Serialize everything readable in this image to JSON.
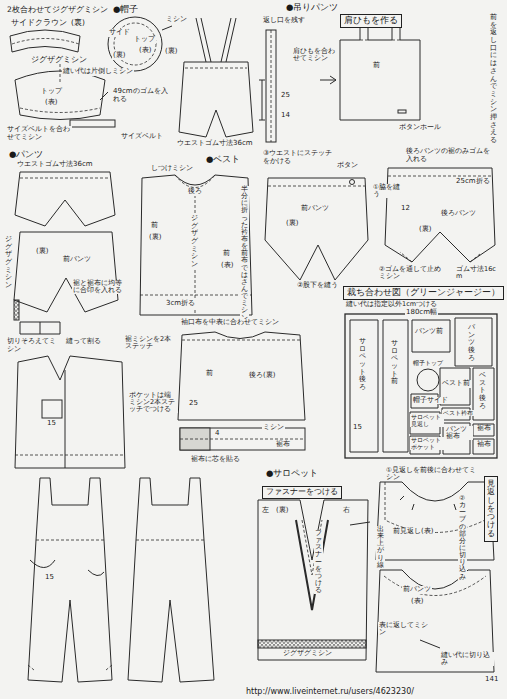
{
  "diagram": {
    "nodes": [
      {
        "text": [
          "肩ひもを作る"
        ]
      },
      {
        "text": [
          "裁ち合わせ図（グリーンジャージー）"
        ]
      },
      {
        "text": [
          "ファスナーをつける"
        ]
      },
      {
        "text": [
          "見返しをつける"
        ]
      }
    ],
    "labels": [
      "2枚合わせてジグザグミシン",
      "サイドクラウン",
      "(裏)",
      "ジグザグミシン",
      "●帽子",
      "ミシン",
      "サイド",
      "(裏)",
      "トップ",
      "(表)",
      "(裏)",
      "縫い代は片倒しミシン",
      "トップ",
      "(表)",
      "49cmのゴムを入れる",
      "サイズベルトを合わせてミシン",
      "サイズベルト",
      "ウエストゴム寸法36cm",
      "●吊りパンツ",
      "返し口を残す",
      "25",
      "14",
      "肩ひもを合わせてミシン",
      "前",
      "前を返し口にはさんでミシン押さえる",
      "ボタンホール",
      "●パンツ",
      "ウエストゴム寸法36cm",
      "しつけミシン",
      "●ベスト",
      "後ろ",
      "前",
      "(裏)",
      "ジグザグミシン",
      "前",
      "(表)",
      "3cm折る",
      "半分に折った衿布を前布ではさんでミシン",
      "ジグザグミシン",
      "(裏)",
      "前パンツ",
      "裾と裾布に均等に合印を入れる",
      "切りそろえてミシン",
      "縫って割る",
      "③ウエストにステッチをかける",
      "ボタン",
      "前パンツ",
      "(裏)",
      "②股下を縫う",
      "後ろパンツの裾のみゴムを入れる",
      "25cm折る",
      "①脇を縫う",
      "②ゴムを通して止めミシン",
      "後ろパンツ",
      "(裏)",
      "12",
      "ゴム寸法16cm",
      "袖口布を中表に合わせてミシン",
      "後ろ(裏)",
      "前",
      "25",
      "裾ミシンを2本ステッチ",
      "ポケットは端ミシン2本ステッチでつける",
      "15",
      "4",
      "ミシン",
      "裾布",
      "裾布に芯を貼る",
      "縫い代は指定以外1cmつける",
      "180cm幅",
      "サロペット後ろ",
      "15",
      "サロペット前",
      "パンツ前",
      "パンツ後ろ",
      "ベスト前",
      "ベスト後ろ",
      "帽子トップ",
      "帽子サイド",
      "サロペット見返し",
      "ベスト衿布",
      "裾布",
      "袖布",
      "サロペットポケット",
      "パンツ裾布",
      "●サロペット",
      "15",
      "左",
      "(裏)",
      "右",
      "出来上がり線",
      "ファスナーをつける",
      "ジグザグミシン",
      "①見返しを前後に合わせてミシン",
      "②カーブの部分に切り込み",
      "前見返し(表)",
      "前パンツ",
      "(表)",
      "表に返してミシン",
      "縫い代に切り込み",
      "http://www.liveinternet.ru/users/4623230/",
      "141"
    ]
  }
}
